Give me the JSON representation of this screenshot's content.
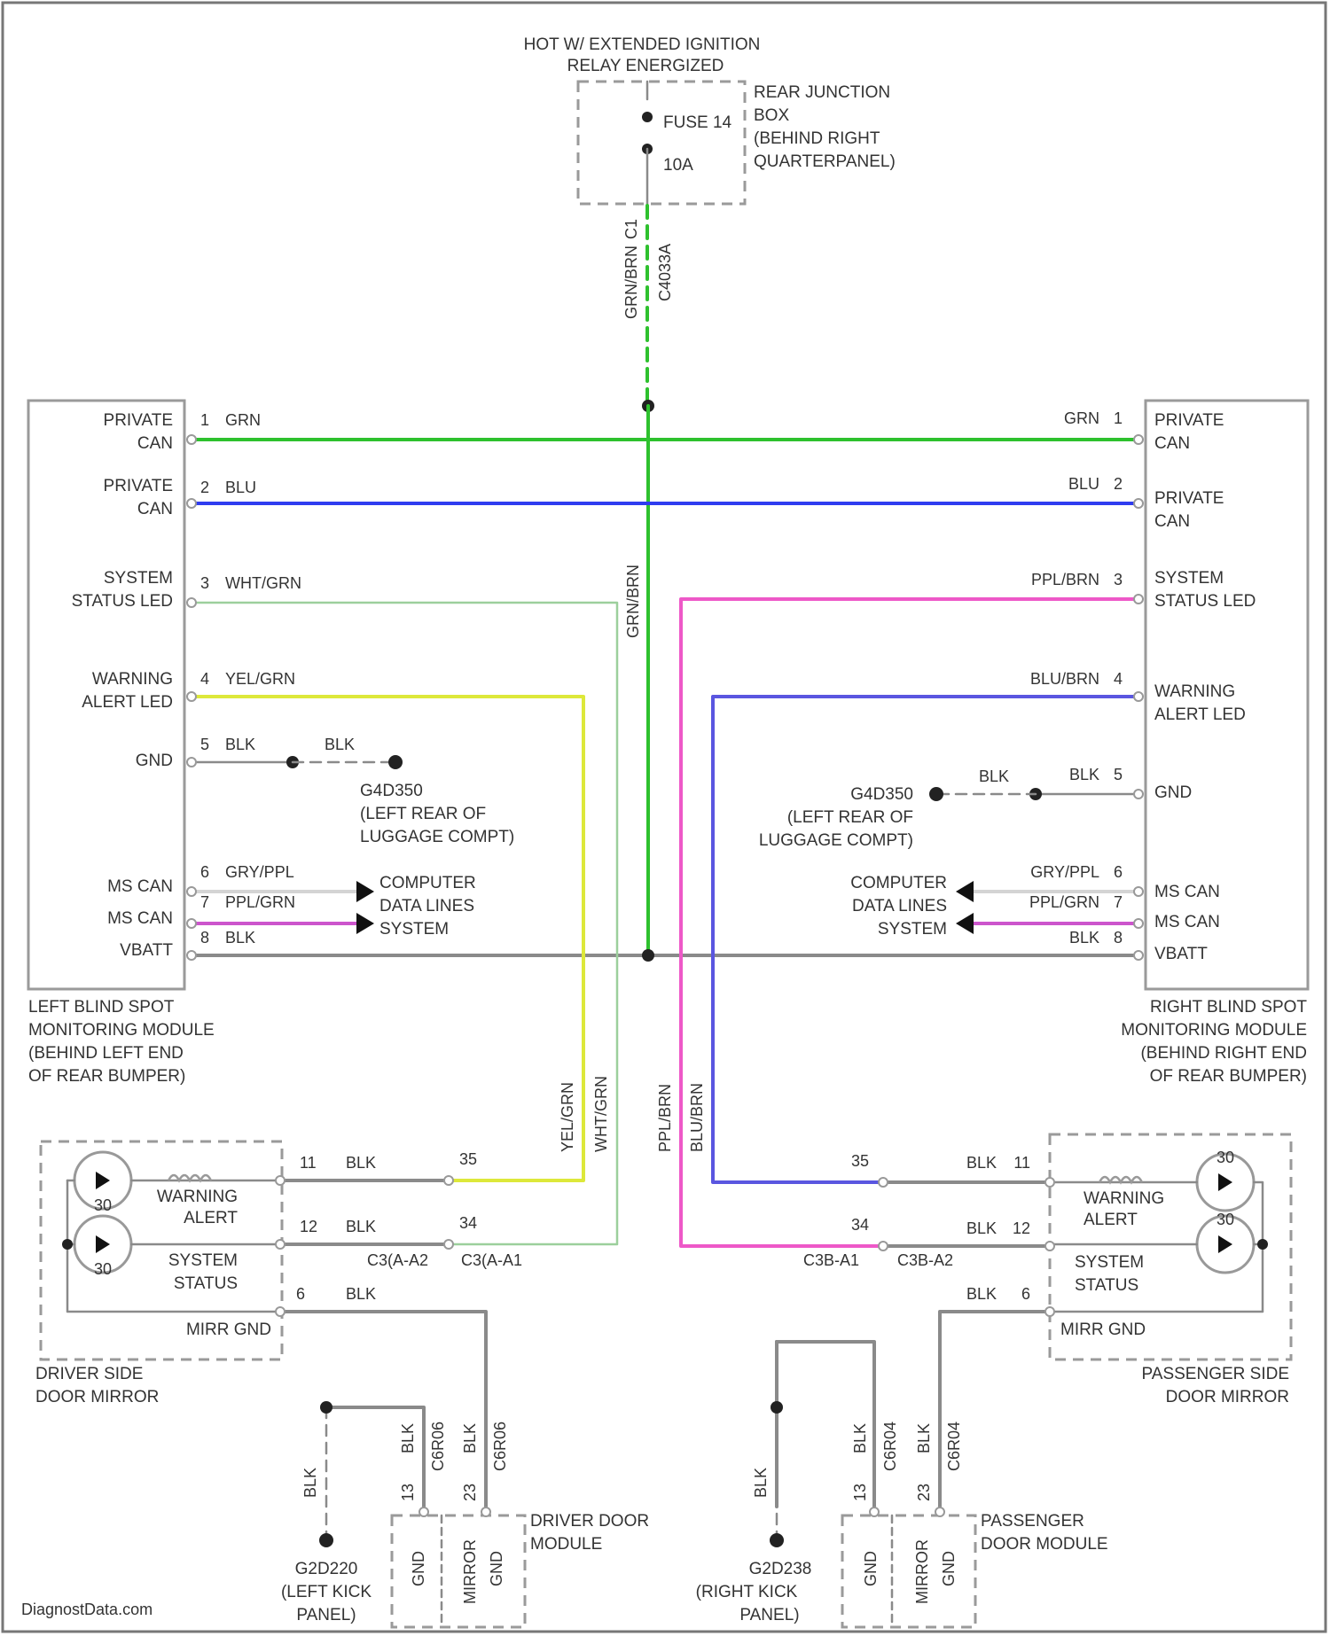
{
  "colors": {
    "grn": "#2ec12e",
    "blu": "#2f3cf0",
    "wht_grn": "#9ccf9c",
    "yel_grn": "#dde83a",
    "ppl_brn": "#ee58c8",
    "blu_brn": "#5a56e0",
    "blk": "#8a8a8a",
    "gry_ppl": "#d4d4d4",
    "ppl_grn": "#cc55cc"
  },
  "header": {
    "line1": "HOT W/ EXTENDED IGNITION",
    "line2": "RELAY ENERGIZED"
  },
  "junction_box": {
    "fuse": "FUSE 14",
    "amps": "10A",
    "lines": [
      "REAR JUNCTION",
      "BOX",
      "(BEHIND RIGHT",
      "QUARTERPANEL)"
    ],
    "feed_wire": "GRN/BRN",
    "feed_pin": "C1",
    "feed_connector": "C4033A"
  },
  "left_module": {
    "pins": [
      {
        "label1": "PRIVATE",
        "label2": "CAN",
        "num": "1",
        "wire": "GRN"
      },
      {
        "label1": "PRIVATE",
        "label2": "CAN",
        "num": "2",
        "wire": "BLU"
      },
      {
        "label1": "SYSTEM",
        "label2": "STATUS LED",
        "num": "3",
        "wire": "WHT/GRN"
      },
      {
        "label1": "WARNING",
        "label2": "ALERT LED",
        "num": "4",
        "wire": "YEL/GRN"
      },
      {
        "label1": "GND",
        "label2": "",
        "num": "5",
        "wire": "BLK"
      },
      {
        "label1": "MS CAN",
        "label2": "",
        "num": "6",
        "wire": "GRY/PPL"
      },
      {
        "label1": "MS CAN",
        "label2": "",
        "num": "7",
        "wire": "PPL/GRN"
      },
      {
        "label1": "VBATT",
        "label2": "",
        "num": "8",
        "wire": "BLK"
      }
    ],
    "caption": [
      "LEFT BLIND SPOT",
      "MONITORING MODULE",
      "(BEHIND LEFT END",
      "OF REAR BUMPER)"
    ],
    "ground_wire": "BLK",
    "ground": [
      "G4D350",
      "(LEFT REAR OF",
      "LUGGAGE COMPT)"
    ],
    "computer": [
      "COMPUTER",
      "DATA LINES",
      "SYSTEM"
    ]
  },
  "right_module": {
    "pins": [
      {
        "label1": "PRIVATE",
        "label2": "CAN",
        "num": "1",
        "wire": "GRN"
      },
      {
        "label1": "PRIVATE",
        "label2": "CAN",
        "num": "2",
        "wire": "BLU"
      },
      {
        "label1": "SYSTEM",
        "label2": "STATUS LED",
        "num": "3",
        "wire": "PPL/BRN"
      },
      {
        "label1": "WARNING",
        "label2": "ALERT LED",
        "num": "4",
        "wire": "BLU/BRN"
      },
      {
        "label1": "GND",
        "label2": "",
        "num": "5",
        "wire": "BLK"
      },
      {
        "label1": "MS CAN",
        "label2": "",
        "num": "6",
        "wire": "GRY/PPL"
      },
      {
        "label1": "MS CAN",
        "label2": "",
        "num": "7",
        "wire": "PPL/GRN"
      },
      {
        "label1": "VBATT",
        "label2": "",
        "num": "8",
        "wire": "BLK"
      }
    ],
    "caption": [
      "RIGHT BLIND SPOT",
      "MONITORING MODULE",
      "(BEHIND RIGHT END",
      "OF REAR BUMPER)"
    ],
    "ground_wire": "BLK",
    "ground": [
      "G4D350",
      "(LEFT REAR OF",
      "LUGGAGE COMPT)"
    ],
    "computer": [
      "COMPUTER",
      "DATA LINES",
      "SYSTEM"
    ]
  },
  "vertical_labels": {
    "center_top": "GRN/BRN",
    "center_mid": "GRN/BRN",
    "left_yel": "YEL/GRN",
    "left_wht": "WHT/GRN",
    "right_ppl": "PPL/BRN",
    "right_blu": "BLU/BRN"
  },
  "driver_mirror": {
    "caption": [
      "DRIVER SIDE",
      "DOOR MIRROR"
    ],
    "warning": "WARNING",
    "alert": "ALERT",
    "system": "SYSTEM",
    "status": "STATUS",
    "mirr_gnd": "MIRR GND",
    "pins": [
      {
        "num": "11",
        "wire": "BLK",
        "conn_pin": "35"
      },
      {
        "num": "12",
        "wire": "BLK",
        "conn_pin": "34"
      },
      {
        "num": "6",
        "wire": "BLK"
      }
    ],
    "conn_a": "C3(A-A2",
    "conn_b": "C3(A-A1",
    "led1": "30",
    "led2": "30"
  },
  "passenger_mirror": {
    "caption": [
      "PASSENGER SIDE",
      "DOOR MIRROR"
    ],
    "warning": "WARNING",
    "alert": "ALERT",
    "system": "SYSTEM",
    "status": "STATUS",
    "mirr_gnd": "MIRR GND",
    "pins": [
      {
        "num": "11",
        "wire": "BLK",
        "conn_pin": "35"
      },
      {
        "num": "12",
        "wire": "BLK",
        "conn_pin": "34"
      },
      {
        "num": "6",
        "wire": "BLK"
      }
    ],
    "conn_a": "C3B-A1",
    "conn_b": "C3B-A2",
    "led1": "30",
    "led2": "30"
  },
  "driver_door_module": {
    "caption": [
      "DRIVER DOOR",
      "MODULE"
    ],
    "wire1": "BLK",
    "conn1": "C6R06",
    "wire2": "BLK",
    "conn2": "C6R06",
    "pin1": "13",
    "pin2": "23",
    "gnd1": "GND",
    "mirror": "MIRROR",
    "gnd2": "GND",
    "ground_wire": "BLK",
    "ground": [
      "G2D220",
      "(LEFT KICK",
      "PANEL)"
    ]
  },
  "passenger_door_module": {
    "caption": [
      "PASSENGER",
      "DOOR MODULE"
    ],
    "wire1": "BLK",
    "conn1": "C6R04",
    "wire2": "BLK",
    "conn2": "C6R04",
    "pin1": "13",
    "pin2": "23",
    "gnd1": "GND",
    "mirror": "MIRROR",
    "gnd2": "GND",
    "ground_wire": "BLK",
    "ground": [
      "G2D238",
      "(RIGHT KICK",
      "PANEL)"
    ]
  },
  "footer": "DiagnostData.com"
}
